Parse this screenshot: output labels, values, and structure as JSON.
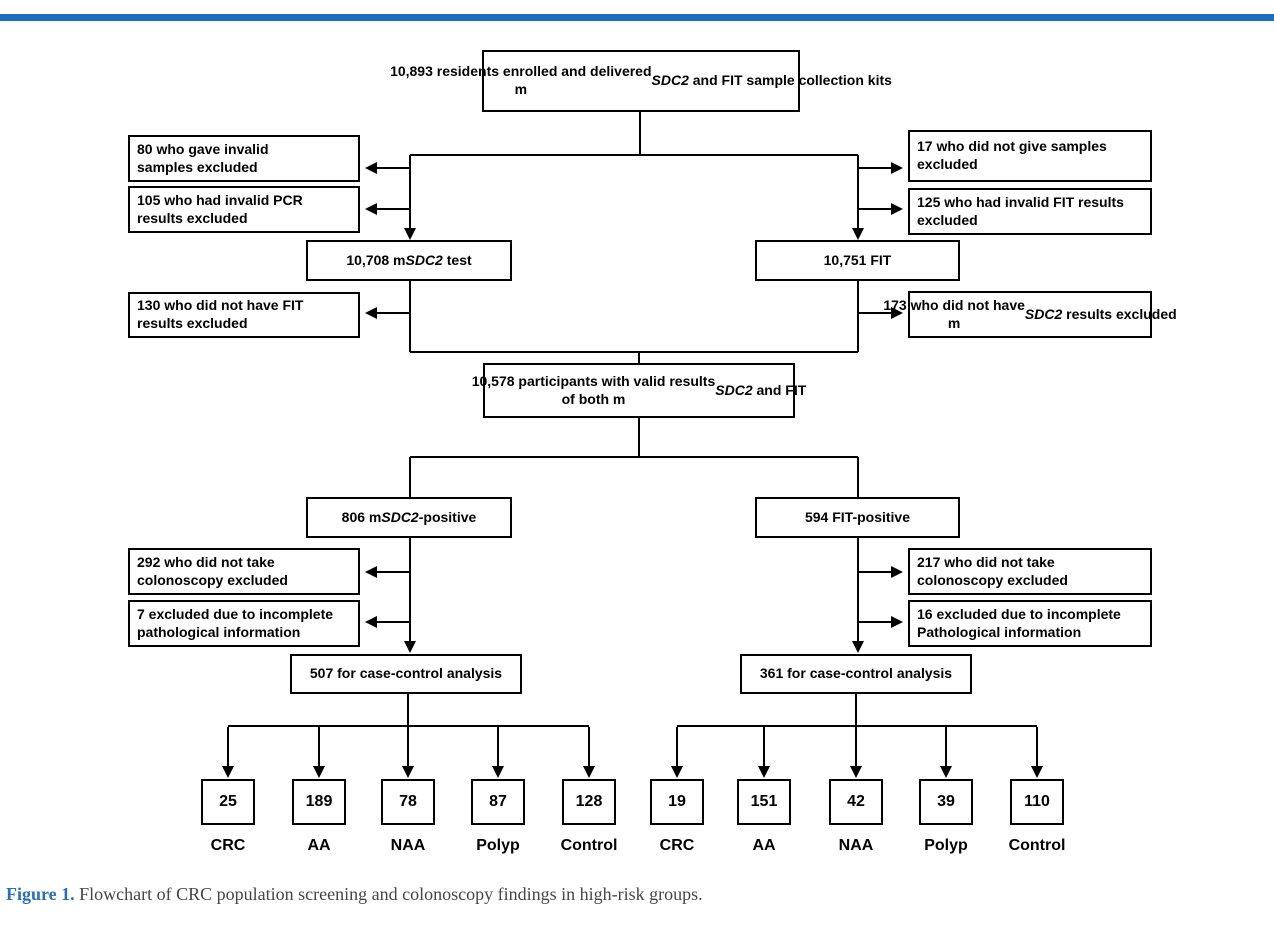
{
  "accent": {
    "top_bar_color": "#1d70b7",
    "figure_label_color": "#2b6fad"
  },
  "nodes": {
    "enrolled": {
      "pre": "10,893 residents enrolled and delivered\nm",
      "italic": "SDC2",
      "post": " and FIT sample collection kits"
    },
    "excl_invalid_samples": "80 who gave invalid\nsamples excluded",
    "excl_invalid_pcr": "105 who had invalid PCR\nresults excluded",
    "excl_no_samples": "17 who did not give samples\nexcluded",
    "excl_invalid_fit": "125 who had invalid FIT results\nexcluded",
    "msdc2_test": {
      "pre": "10,708 m",
      "italic": "SDC2",
      "post": " test"
    },
    "fit_test": "10,751 FIT",
    "excl_no_fit": "130 who did not have FIT\nresults excluded",
    "excl_no_msdc2": {
      "pre": "173 who did not have\nm",
      "italic": "SDC2",
      "post": " results excluded"
    },
    "valid_both": {
      "pre": "10,578 participants with valid results\nof both m",
      "italic": "SDC2",
      "post": " and FIT"
    },
    "msdc2_positive": {
      "pre": "806 m",
      "italic": "SDC2",
      "post": "-positive"
    },
    "fit_positive": "594 FIT-positive",
    "excl_colonoscopy_left": "292 who did not take\ncolonoscopy excluded",
    "excl_pathology_left": "7 excluded due to incomplete\npathological information",
    "excl_colonoscopy_right": "217 who did not take\ncolonoscopy excluded",
    "excl_pathology_right": "16 excluded due to incomplete\nPathological information",
    "case_control_left": "507 for case-control analysis",
    "case_control_right": "361 for case-control analysis"
  },
  "outcome_groups": {
    "msdc2": {
      "counts": [
        "25",
        "189",
        "78",
        "87",
        "128"
      ],
      "labels": [
        "CRC",
        "AA",
        "NAA",
        "Polyp",
        "Control"
      ]
    },
    "fit": {
      "counts": [
        "19",
        "151",
        "42",
        "39",
        "110"
      ],
      "labels": [
        "CRC",
        "AA",
        "NAA",
        "Polyp",
        "Control"
      ]
    }
  },
  "caption": {
    "label": "Figure 1.",
    "text": " Flowchart of CRC population screening and colonoscopy findings in high-risk groups."
  }
}
